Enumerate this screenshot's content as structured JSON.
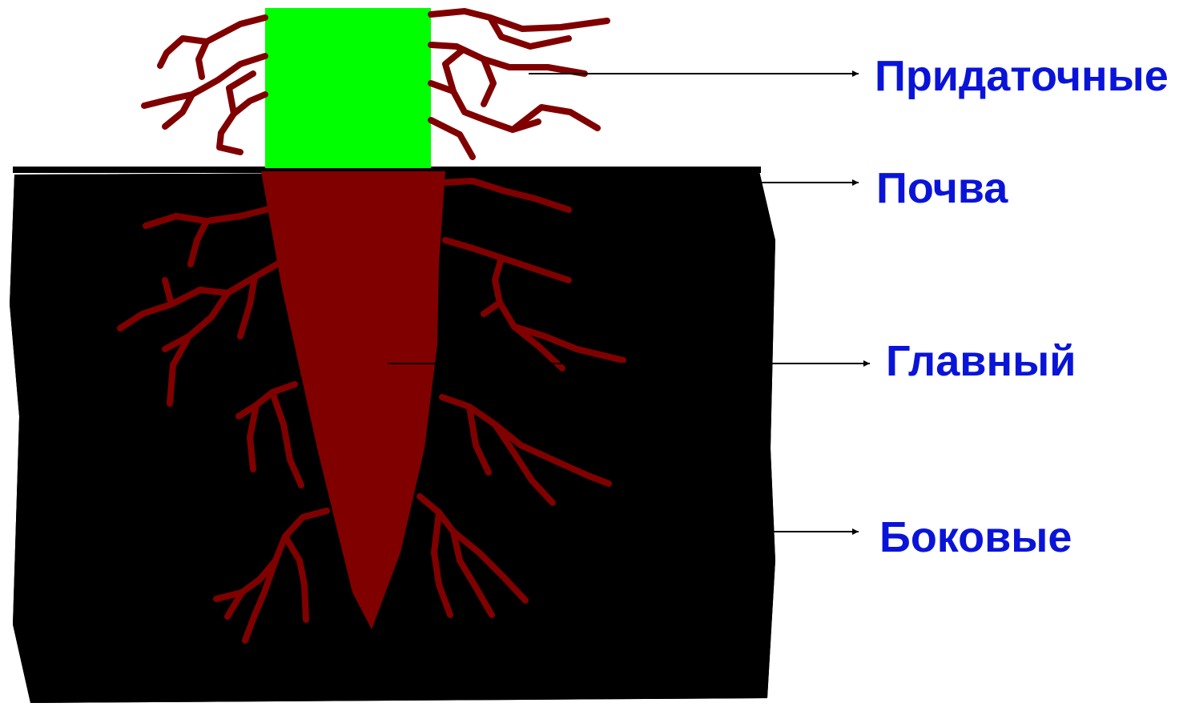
{
  "labels": {
    "adventitious": "Придаточные",
    "soil": "Почва",
    "main": "Главный",
    "lateral": "Боковые"
  },
  "colors": {
    "label_text": "#0a14d8",
    "stem": "#00ff00",
    "root": "#800000",
    "soil_dark": "#000000",
    "soil_light": "#ffffff",
    "arrow": "#000000",
    "background": "#ffffff"
  }
}
